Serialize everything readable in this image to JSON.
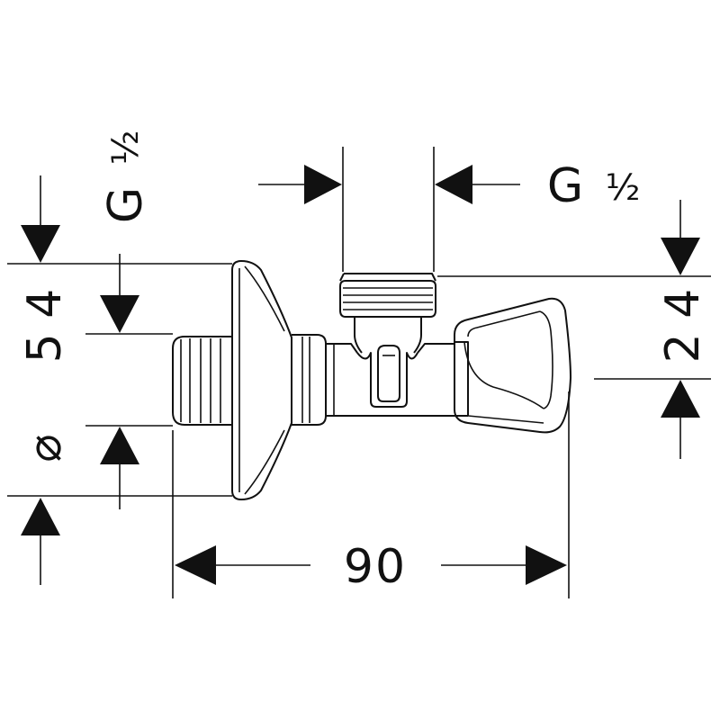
{
  "drawing": {
    "stroke_color": "#111111",
    "background": "#ffffff",
    "dimensions": {
      "outlet_thread": {
        "prefix": "G",
        "fraction": "½"
      },
      "inlet_thread": {
        "prefix": "G",
        "fraction": "½"
      },
      "rosette_diameter": {
        "symbol": "⌀",
        "value": "5 4"
      },
      "height_offset": {
        "value": "2 4"
      },
      "overall_length": {
        "value": "90"
      }
    }
  }
}
